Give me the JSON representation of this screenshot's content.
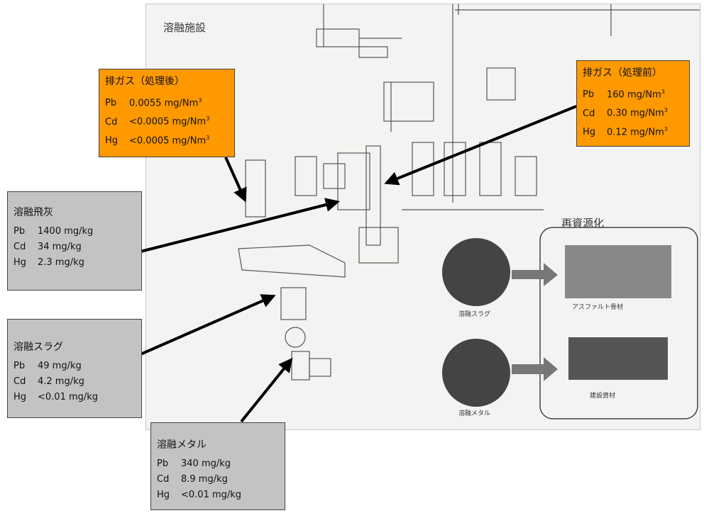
{
  "scan": {
    "header": "溶融施設",
    "recycle_title": "再資源化",
    "products": [
      "溶融スラグ",
      "溶融メタル"
    ],
    "uses": [
      "アスファルト骨材",
      "建設資材"
    ]
  },
  "boxes": {
    "exhaust_after": {
      "title": "排ガス（処理後）",
      "color": "#FF9900",
      "rows": [
        {
          "el": "Pb",
          "val": "0.0055 mg/Nm",
          "sup": "3"
        },
        {
          "el": "Cd",
          "val": "<0.0005 mg/Nm",
          "sup": "3"
        },
        {
          "el": "Hg",
          "val": "<0.0005 mg/Nm",
          "sup": "3"
        }
      ]
    },
    "exhaust_before": {
      "title": "排ガス（処理前）",
      "color": "#FF9900",
      "rows": [
        {
          "el": "Pb",
          "val": "160 mg/Nm",
          "sup": "3"
        },
        {
          "el": "Cd",
          "val": "0.30 mg/Nm",
          "sup": "3"
        },
        {
          "el": "Hg",
          "val": "0.12 mg/Nm",
          "sup": "3"
        }
      ]
    },
    "fly_ash": {
      "title": "溶融飛灰",
      "color": "#C3C3C3",
      "rows": [
        {
          "el": "Pb",
          "val": "1400 mg/kg"
        },
        {
          "el": "Cd",
          "val": "34 mg/kg"
        },
        {
          "el": "Hg",
          "val": "2.3 mg/kg"
        }
      ]
    },
    "slag": {
      "title": "溶融スラグ",
      "color": "#C3C3C3",
      "rows": [
        {
          "el": "Pb",
          "val": "49 mg/kg"
        },
        {
          "el": "Cd",
          "val": "4.2 mg/kg"
        },
        {
          "el": "Hg",
          "val": "<0.01 mg/kg"
        }
      ]
    },
    "metal": {
      "title": "溶融メタル",
      "color": "#C3C3C3",
      "rows": [
        {
          "el": "Pb",
          "val": "340 mg/kg"
        },
        {
          "el": "Cd",
          "val": "8.9 mg/kg"
        },
        {
          "el": "Hg",
          "val": "<0.01 mg/kg"
        }
      ]
    }
  }
}
